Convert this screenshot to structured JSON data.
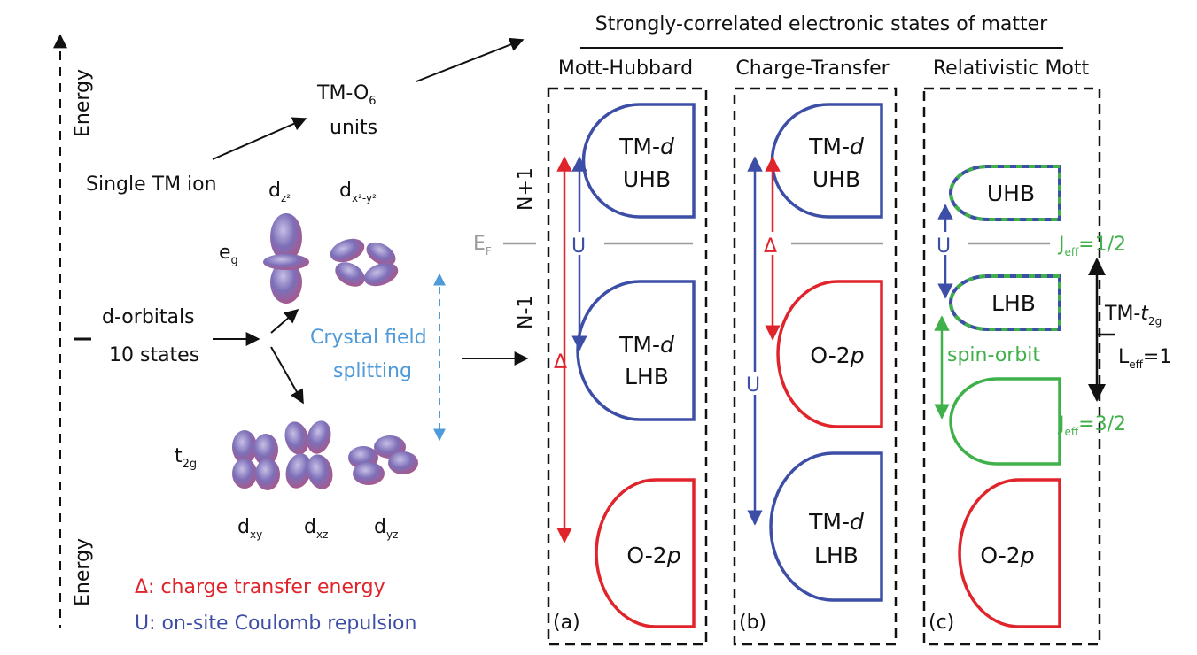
{
  "title": "Strongly-correlated electronic states of matter",
  "colors": {
    "red": "#e0242b",
    "blue": "#3d4ea6",
    "green": "#3fb04a",
    "light_blue": "#4f9ad8",
    "gray": "#9a9a9a",
    "black": "#111111"
  },
  "left": {
    "energy_label": "Energy",
    "single_ion": "Single TM ion",
    "unit_label": "TM-O",
    "unit_sub": "6",
    "unit_label2": "units",
    "d_orbitals": "d-orbitals",
    "ten_states": "10 states",
    "eg": "e",
    "eg_sub": "g",
    "t2g": "t",
    "t2g_sub": "2g",
    "dz2": "d",
    "dz2_sub": "z²",
    "dx2y2": "d",
    "dx2y2_sub": "x²-y²",
    "dxy": "d",
    "dxy_sub": "xy",
    "dxz": "d",
    "dxz_sub": "xz",
    "dyz": "d",
    "dyz_sub": "yz",
    "crystal_field": "Crystal field",
    "splitting": "splitting",
    "legend_delta": "Δ: charge transfer energy",
    "legend_u": "U: on-site Coulomb repulsion"
  },
  "panels": {
    "a": {
      "title": "Mott-Hubbard",
      "letter": "(a)",
      "upper_top": "TM-",
      "upper_d": "d",
      "upper_bottom": "UHB",
      "lower_top": "TM-",
      "lower_d": "d",
      "lower_bottom": "LHB",
      "o2p": "O-2",
      "p": "p",
      "u": "U",
      "delta": "Δ",
      "np1": "N+1",
      "nm1": "N-1",
      "ef": "E",
      "ef_sub": "F"
    },
    "b": {
      "title": "Charge-Transfer",
      "letter": "(b)",
      "upper_top": "TM-",
      "upper_d": "d",
      "upper_bottom": "UHB",
      "o2p": "O-2",
      "p": "p",
      "lower_top": "TM-",
      "lower_d": "d",
      "lower_bottom": "LHB",
      "delta": "Δ",
      "u": "U"
    },
    "c": {
      "title": "Relativistic Mott",
      "letter": "(c)",
      "uhb": "UHB",
      "lhb": "LHB",
      "o2p": "O-2",
      "p": "p",
      "u": "U",
      "spin_orbit": "spin-orbit",
      "jeff_half": "J",
      "jeff_half_sub": "eff",
      "jeff_half_val": "=1/2",
      "jeff_32": "J",
      "jeff_32_sub": "eff",
      "jeff_32_val": "=3/2",
      "tm": "TM-",
      "t2g": "t",
      "t2g_sub": "2g",
      "leff": "L",
      "leff_sub": "eff",
      "leff_val": "=1"
    }
  }
}
